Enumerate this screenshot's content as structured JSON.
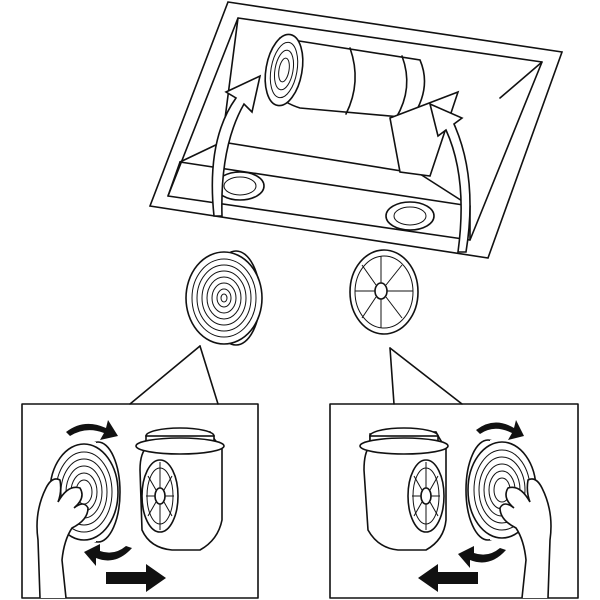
{
  "figure": {
    "kind": "installation-illustration",
    "line_color": "#111111",
    "background": "#ffffff",
    "parts": {
      "hood": "range-hood-interior",
      "carbon_filter": "charcoal-filter",
      "motor": "blower-motor",
      "spoke_cover": "filter-spoke-cover"
    },
    "icons": {
      "up_arrow": "curved-up-arrow-icon",
      "rotate_arrow": "rotate-arrow-icon",
      "push_arrow": "push-arrow-icon",
      "hand": "hand-icon"
    }
  }
}
